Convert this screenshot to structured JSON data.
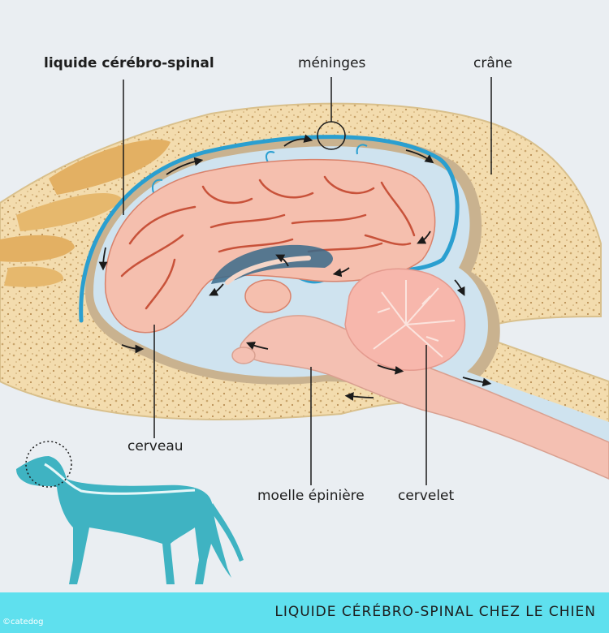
{
  "labels": {
    "csf": "liquide cérébro-spinal",
    "meninges": "méninges",
    "skull": "crâne",
    "brain": "cerveau",
    "spinal_cord": "moelle épinière",
    "cerebellum": "cervelet"
  },
  "footer": {
    "title": "LIQUIDE CÉRÉBRO-SPINAL CHEZ LE CHIEN",
    "copyright": "©catedog"
  },
  "colors": {
    "bone": "#f3dcae",
    "bone_pores": "#c9a56c",
    "tissue_outline": "#c9b28f",
    "meninges": "#2a9fd0",
    "csf_space": "#cfe3ef",
    "brain": "#f5bfae",
    "brain_folds": "#c8523a",
    "cerebellum": "#f7b7ac",
    "spinal_cord": "#f4c0b2",
    "dog_skeleton": "#3fb3c2",
    "footer_band": "#5fe0ee"
  }
}
